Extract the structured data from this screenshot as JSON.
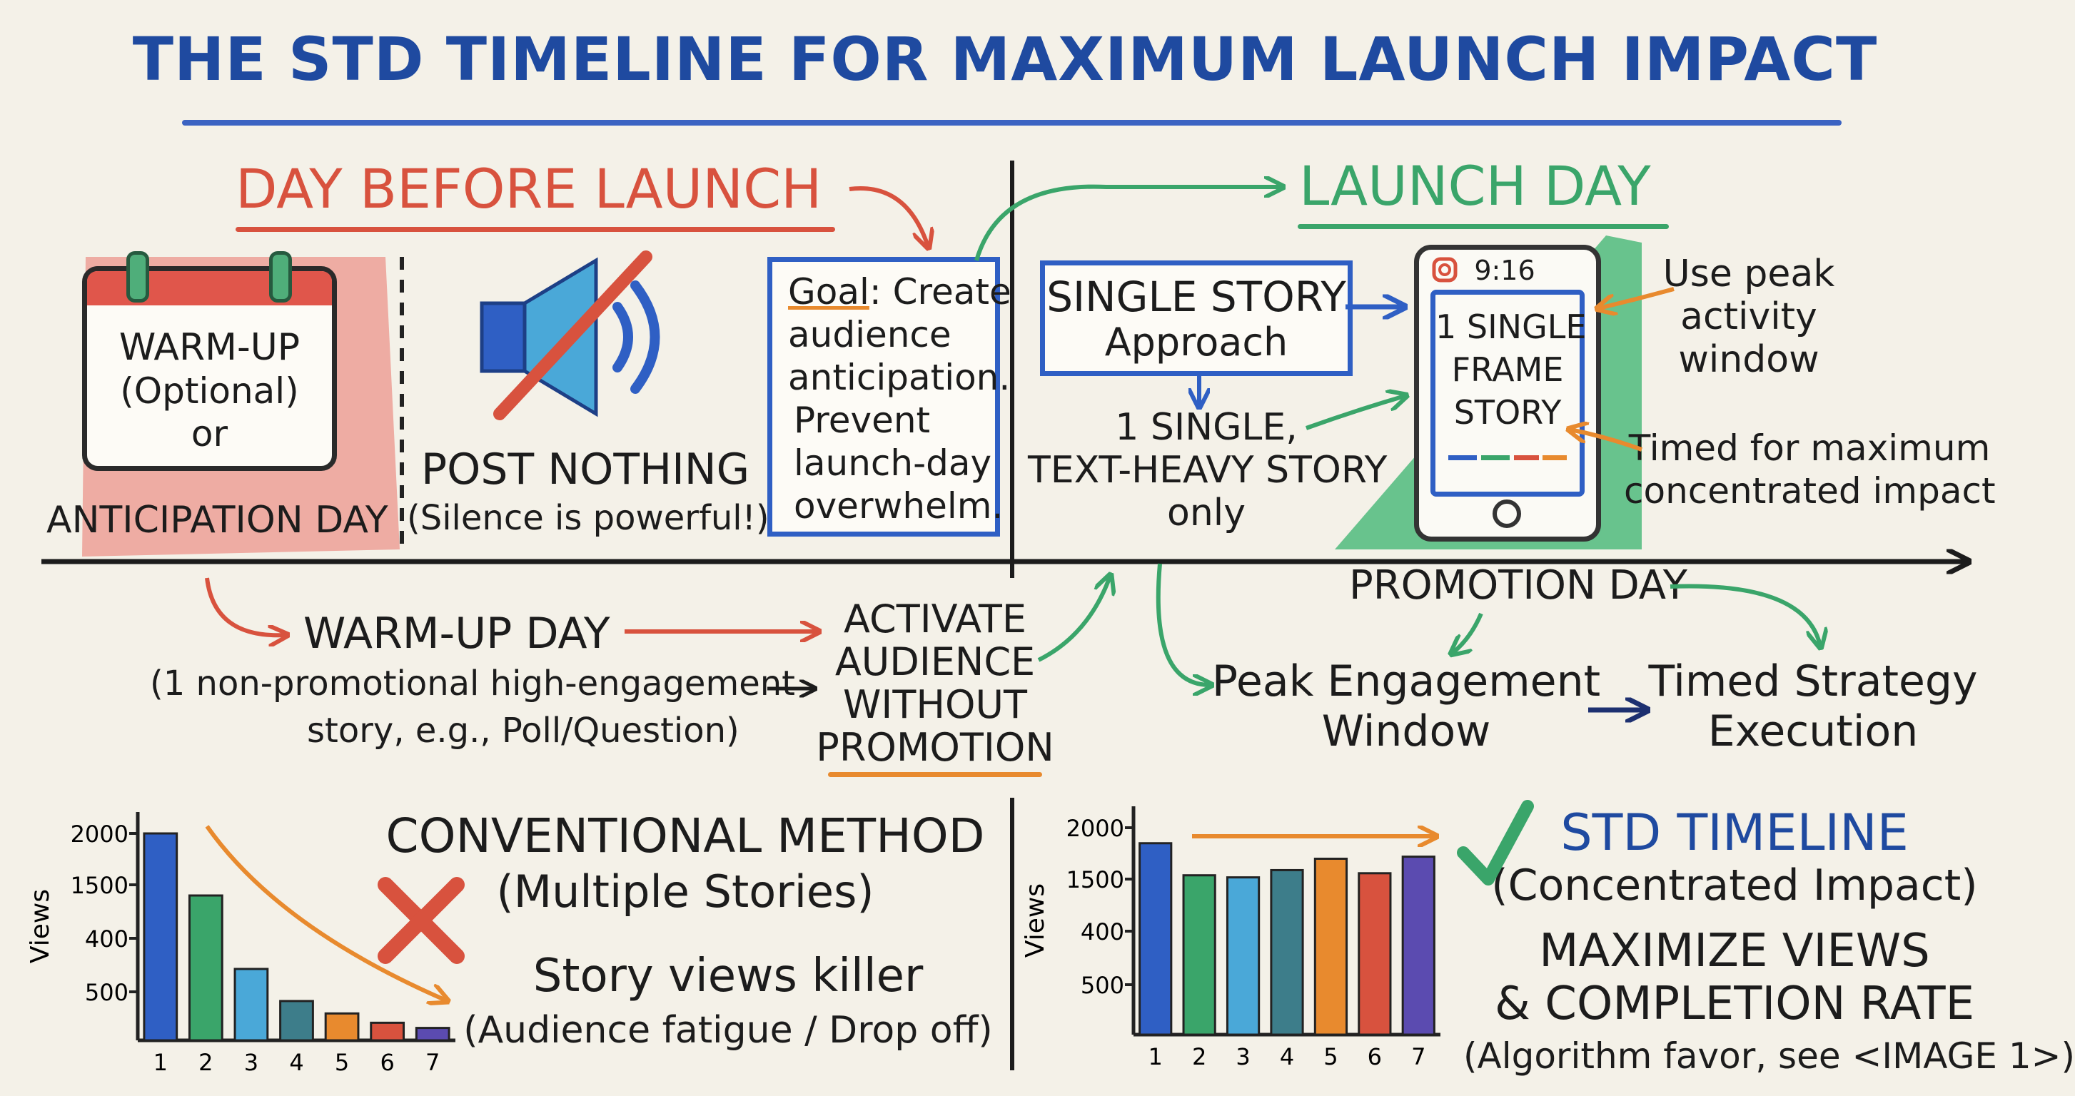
{
  "title": "THE STD TIMELINE FOR MAXIMUM LAUNCH IMPACT",
  "colors": {
    "blue": "#2f5fc4",
    "red": "#d8523e",
    "green": "#3aa56a",
    "orange": "#e88a2e"
  },
  "icons": {
    "calendar": "calendar-icon",
    "muted_speaker": "muted-speaker-icon",
    "phone": "smartphone-icon",
    "instagram": "instagram-icon",
    "cross": "cross-icon",
    "check": "checkmark-icon",
    "arrow": "arrow-icon"
  },
  "day_before": {
    "heading": "DAY BEFORE LAUNCH",
    "calendar_lines": [
      "WARM-UP",
      "(Optional)",
      "or"
    ],
    "anticipation": "ANTICIPATION DAY",
    "post_nothing": "POST NOTHING",
    "silence": "(Silence is powerful!)",
    "goal_label": "Goal",
    "goal_lines": [
      ": Create",
      "audience",
      "anticipation.",
      "Prevent",
      "launch-day",
      "overwhelm."
    ]
  },
  "launch": {
    "heading": "LAUNCH DAY",
    "single_story": [
      "SINGLE STORY",
      "Approach"
    ],
    "text_heavy": [
      "1 SINGLE,",
      "TEXT-HEAVY STORY",
      "only"
    ],
    "phone_time": "9:16",
    "phone_story": [
      "1 SINGLE",
      "FRAME",
      "STORY"
    ],
    "peak_note": [
      "Use peak",
      "activity",
      "window"
    ],
    "timed_note": [
      "Timed for maximum",
      "concentrated impact"
    ]
  },
  "below": {
    "warmup_day": "WARM-UP DAY",
    "warmup_desc": [
      "(1 non-promotional high-engagement",
      "story, e.g., Poll/Question)"
    ],
    "activate": [
      "ACTIVATE",
      "AUDIENCE",
      "WITHOUT",
      "PROMOTION"
    ],
    "promotion_day": "PROMOTION DAY",
    "peak_window": [
      "Peak Engagement",
      "Window"
    ],
    "timed_strategy": [
      "Timed Strategy",
      "Execution"
    ]
  },
  "conventional": {
    "title": "CONVENTIONAL METHOD",
    "subtitle": "(Multiple Stories)",
    "killer": "Story views killer",
    "fatigue": "(Audience fatigue / Drop off)"
  },
  "std": {
    "title": "STD TIMELINE",
    "subtitle": "(Concentrated Impact)",
    "maximize": [
      "MAXIMIZE VIEWS",
      "& COMPLETION RATE"
    ],
    "note": "(Algorithm favor, see <IMAGE 1>)"
  },
  "chart_data": [
    {
      "type": "bar",
      "ylabel": "Views",
      "categories": [
        "1",
        "2",
        "3",
        "4",
        "5",
        "6",
        "7"
      ],
      "y_ticks": [
        "2000",
        "1500",
        "400",
        "500"
      ],
      "values": [
        2000,
        1400,
        690,
        380,
        260,
        170,
        120
      ],
      "bar_colors": [
        "#2f5fc4",
        "#3aa56a",
        "#4aa8d8",
        "#3d7d8a",
        "#e88a2e",
        "#d8523e",
        "#5b4bb0"
      ]
    },
    {
      "type": "bar",
      "ylabel": "Views",
      "categories": [
        "1",
        "2",
        "3",
        "4",
        "5",
        "6",
        "7"
      ],
      "y_ticks": [
        "2000",
        "1500",
        "400",
        "500"
      ],
      "values": [
        1850,
        1540,
        1520,
        1590,
        1700,
        1560,
        1720
      ],
      "bar_colors": [
        "#2f5fc4",
        "#3aa56a",
        "#4aa8d8",
        "#3d7d8a",
        "#e88a2e",
        "#d8523e",
        "#5b4bb0"
      ]
    }
  ]
}
